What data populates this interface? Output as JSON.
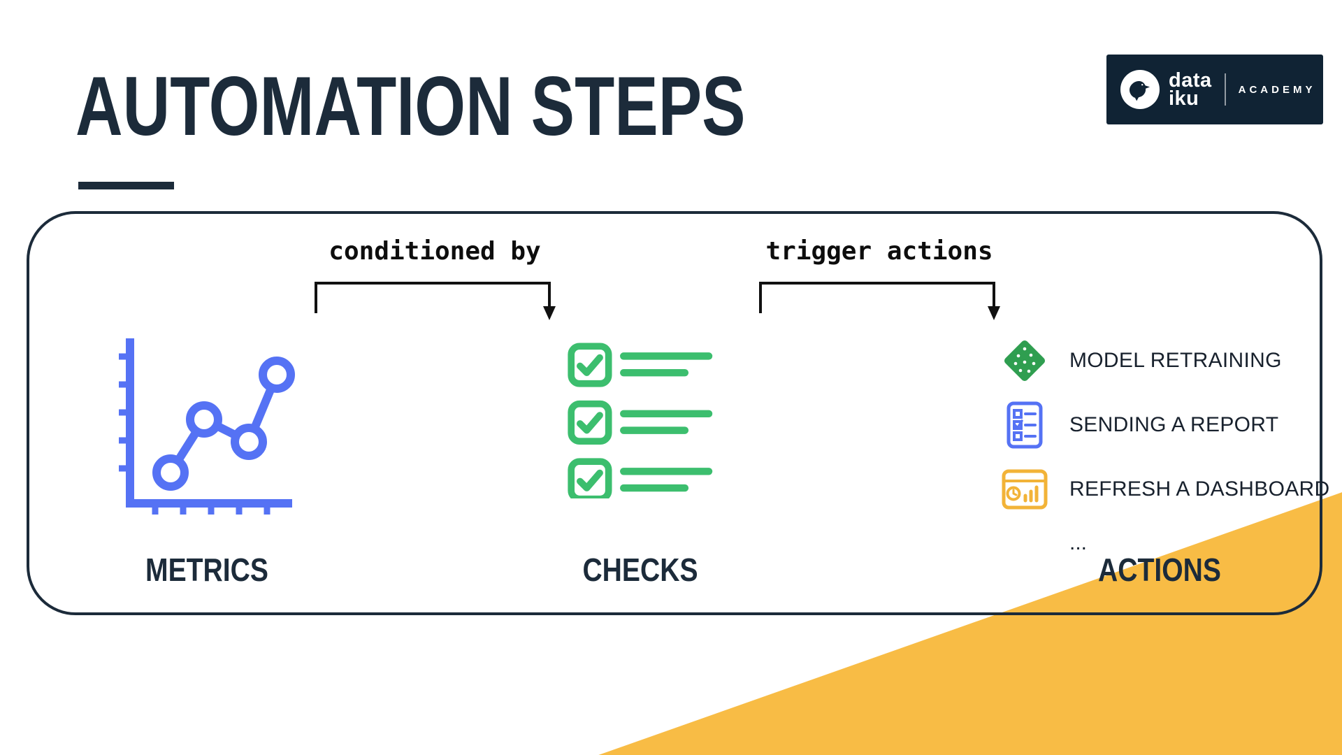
{
  "title": "AUTOMATION STEPS",
  "logo": {
    "brand_top": "data",
    "brand_bottom": "iku",
    "suffix": "ACADEMY",
    "bird_icon": "dataiku-bird-icon"
  },
  "diagram": {
    "connectors": [
      {
        "label": "conditioned by"
      },
      {
        "label": "trigger actions"
      }
    ],
    "columns": [
      {
        "label": "METRICS",
        "icon": "line-chart-icon",
        "color": "#5572F4"
      },
      {
        "label": "CHECKS",
        "icon": "checklist-icon",
        "color": "#3CBE6E"
      },
      {
        "label": "ACTIONS"
      }
    ],
    "actions": [
      {
        "label": "MODEL RETRAINING",
        "icon": "dataset-diamond-icon",
        "color": "#2F9E50"
      },
      {
        "label": "SENDING A REPORT",
        "icon": "report-icon",
        "color": "#5572F4"
      },
      {
        "label": "REFRESH A DASHBOARD",
        "icon": "dashboard-icon",
        "color": "#F2B338"
      }
    ],
    "more_indicator": "..."
  },
  "colors": {
    "navy": "#1C2B3A",
    "accent_yellow": "#F8BC45",
    "connector_black": "#111111",
    "logo_background": "#102334"
  }
}
